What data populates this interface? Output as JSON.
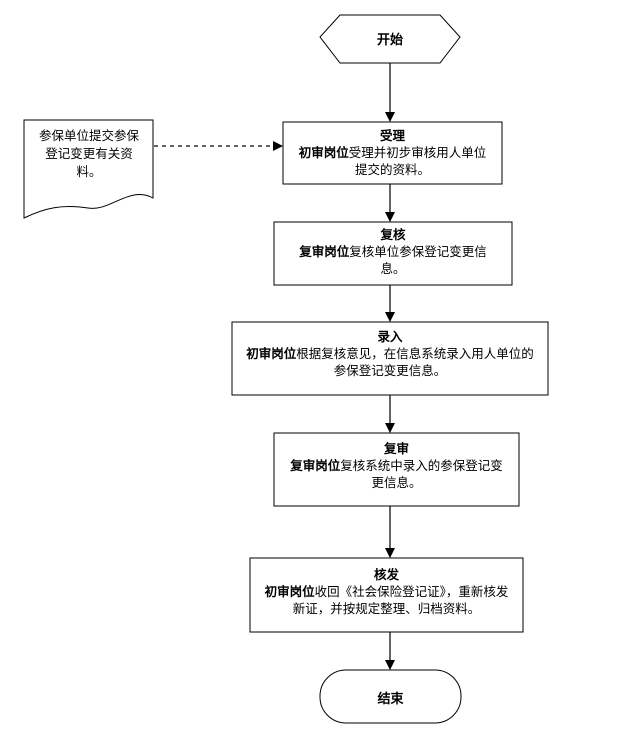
{
  "start": "开始",
  "end": "结束",
  "document": "参保单位提交参保登记变更有关资料。",
  "steps": [
    {
      "title": "受理",
      "role": "初审岗位",
      "text": "受理并初步审核用人单位提交的资料。"
    },
    {
      "title": "复核",
      "role": "复审岗位",
      "text": "复核单位参保登记变更信息。"
    },
    {
      "title": "录入",
      "role": "初审岗位",
      "text": "根据复核意见，在信息系统录入用人单位的参保登记变更信息。"
    },
    {
      "title": "复审",
      "role": "复审岗位",
      "text": "复核系统中录入的参保登记变更信息。"
    },
    {
      "title": "核发",
      "role": "初审岗位",
      "text": "收回《社会保险登记证》，重新核发新证，并按规定整理、归档资料。"
    }
  ]
}
